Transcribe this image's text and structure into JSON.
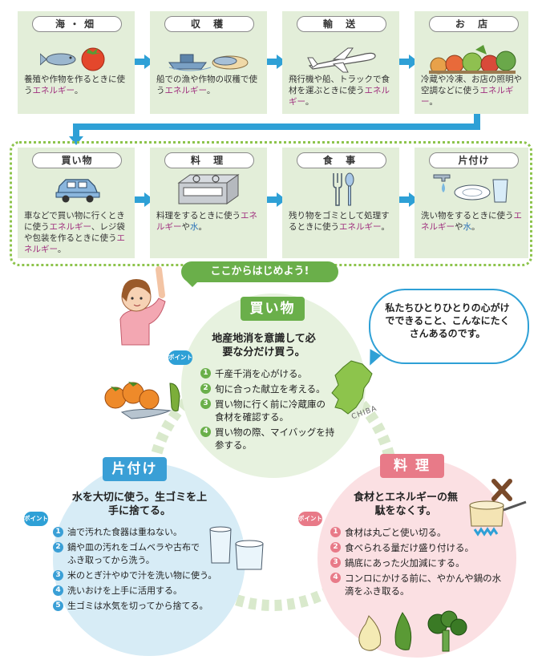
{
  "flow_top": [
    {
      "title": "海・畑",
      "text": "養殖や作物を作るときに使う",
      "energy": "エネルギー",
      "tail": "。"
    },
    {
      "title": "収 穫",
      "text": "船での漁や作物の収穫で使う",
      "energy": "エネルギー",
      "tail": "。"
    },
    {
      "title": "輸 送",
      "text": "飛行機や船、トラックで食材を運ぶときに使う",
      "energy": "エネルギー",
      "tail": "。"
    },
    {
      "title": "お 店",
      "text": "冷蔵や冷凍、お店の照明や空調などに使う",
      "energy": "エネルギー",
      "tail": "。"
    }
  ],
  "flow_bottom": [
    {
      "title": "買い物",
      "text": "車などで買い物に行くときに使う",
      "energy": "エネルギー",
      "text2": "、レジ袋や包装を作るときに使う",
      "energy2": "エネルギー",
      "tail": "。"
    },
    {
      "title": "料 理",
      "text": "料理をするときに使う",
      "energy": "エネルギー",
      "mid": "や",
      "water": "水",
      "tail": "。"
    },
    {
      "title": "食 事",
      "text": "残り物をゴミとして処理するときに使う",
      "energy": "エネルギー",
      "tail": "。"
    },
    {
      "title": "片付け",
      "text": "洗い物をするときに使う",
      "energy": "エネルギー",
      "mid": "や",
      "water": "水",
      "tail": "。"
    }
  ],
  "start_banner": "ここからはじめよう!",
  "speech": "私たちひとりひとりの心がけでできること、こんなにたくさんあるのです。",
  "map_label": "CHIBA",
  "point_badge": "ポイント",
  "shopping": {
    "title": "買い物",
    "heading": "地産地消を意識して必要な分だけ買う。",
    "items": [
      "千産千消を心がける。",
      "旬に合った献立を考える。",
      "買い物に行く前に冷蔵庫の食材を確認する。",
      "買い物の際、マイバッグを持参する。"
    ]
  },
  "cooking": {
    "title": "料 理",
    "heading": "食材とエネルギーの無駄をなくす。",
    "items": [
      "食材は丸ごと使い切る。",
      "食べられる量だけ盛り付ける。",
      "鍋底にあった火加減にする。",
      "コンロにかける前に、やかんや鍋の水滴をふき取る。"
    ]
  },
  "cleanup": {
    "title": "片付け",
    "heading": "水を大切に使う。生ゴミを上手に捨てる。",
    "items": [
      "油で汚れた食器は重ねない。",
      "鍋や皿の汚れをゴムベラや古布でふき取ってから洗う。",
      "米のとぎ汁やゆで汁を洗い物に使う。",
      "洗いおけを上手に活用する。",
      "生ゴミは水気を切ってから捨てる。"
    ]
  },
  "numbers": [
    "1",
    "2",
    "3",
    "4",
    "5"
  ],
  "colors": {
    "energy": "#a0307f",
    "water": "#2a72b8",
    "arrow": "#2ea0d6",
    "green": "#5aa83a",
    "blue": "#3a9fd6",
    "pink": "#e87a88"
  }
}
